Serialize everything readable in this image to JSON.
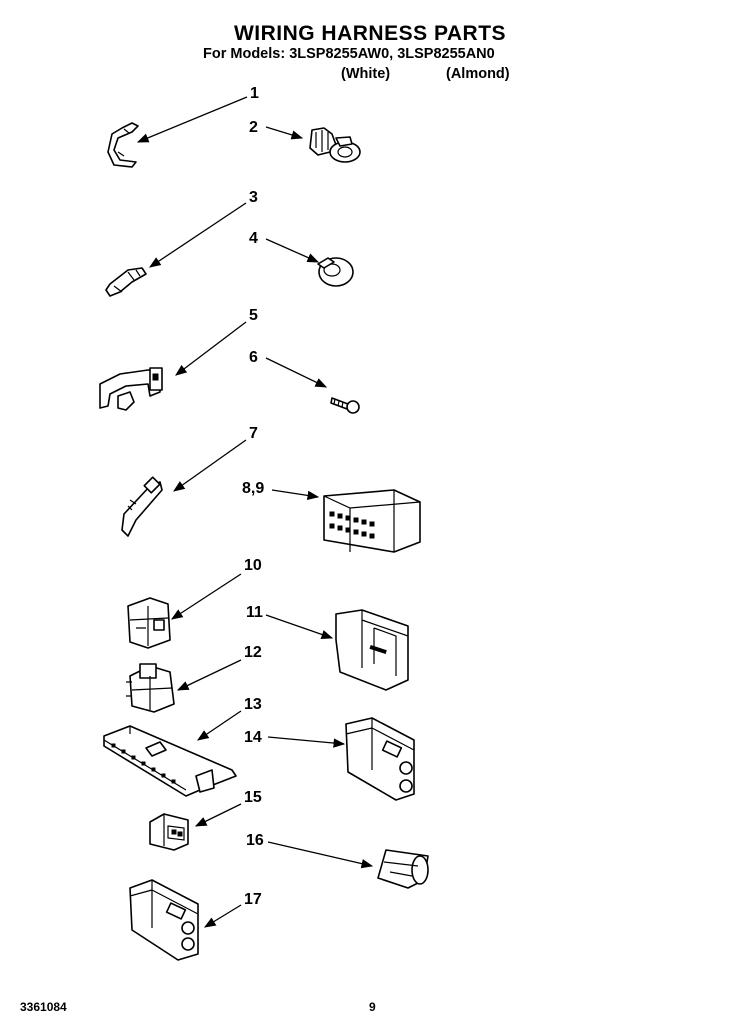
{
  "header": {
    "title": "WIRING HARNESS PARTS",
    "models": "For Models: 3LSP8255AW0, 3LSP8255AN0",
    "variant_1": "(White)",
    "variant_2": "(Almond)"
  },
  "callouts": [
    "1",
    "2",
    "3",
    "4",
    "5",
    "6",
    "7",
    "8,9",
    "10",
    "11",
    "12",
    "13",
    "14",
    "15",
    "16",
    "17"
  ],
  "footer": {
    "doc_number": "3361084",
    "page_number": "9"
  }
}
